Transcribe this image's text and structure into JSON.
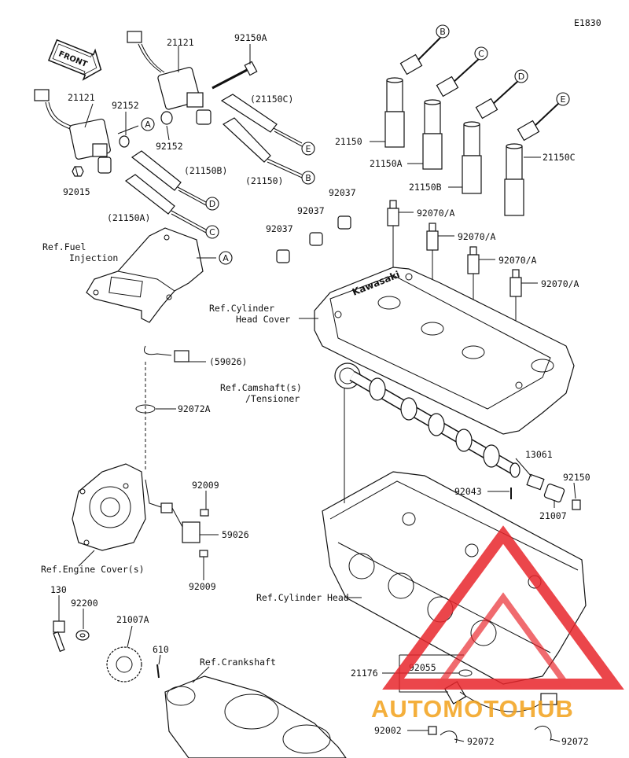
{
  "figure_id": "E1830",
  "front_badge": "FRONT",
  "labels": {
    "coil_upper": "21121",
    "bolt_upper": "92150A",
    "cap_21150C_paren": "(21150C)",
    "coil_lower": "21121",
    "clip_92152_a": "92152",
    "clip_92152_b": "92152",
    "cap_21150B_paren": "(21150B)",
    "cap_21150_paren": "(21150)",
    "nut_92015": "92015",
    "cap_21150A_paren": "(21150A)",
    "ref_fuel_1": "Ref.Fuel",
    "ref_fuel_2": "Injection",
    "cap_21150": "21150",
    "cap_21150A": "21150A",
    "cap_21150B": "21150B",
    "cap_21150C": "21150C",
    "clamp_92037_a": "92037",
    "clamp_92037_b": "92037",
    "clamp_92037_c": "92037",
    "plug_1": "92070/A",
    "plug_2": "92070/A",
    "plug_3": "92070/A",
    "plug_4": "92070/A",
    "ref_head_cover_1": "Ref.Cylinder",
    "ref_head_cover_2": "Head Cover",
    "sensor_59026_paren": "(59026)",
    "ref_camshaft_1": "Ref.Camshaft(s)",
    "ref_camshaft_2": "/Tensioner",
    "clip_92072A": "92072A",
    "bolt_92009_a": "92009",
    "sensor_59026": "59026",
    "bolt_92009_b": "92009",
    "ref_engine_cover": "Ref.Engine Cover(s)",
    "part_13061": "13061",
    "bolt_92150": "92150",
    "pin_92043": "92043",
    "part_21007": "21007",
    "ref_cyl_head": "Ref.Cylinder Head",
    "bolt_130": "130",
    "washer_92200": "92200",
    "rotor_21007A": "21007A",
    "pin_610": "610",
    "ref_crankshaft": "Ref.Crankshaft",
    "sensor_21176": "21176",
    "oring_92055": "92055",
    "bolt_92002": "92002",
    "clip_92072_a": "92072",
    "clip_92072_b": "92072"
  },
  "callouts": {
    "a1": "A",
    "a2": "A",
    "b1": "B",
    "b2": "B",
    "c1": "C",
    "c2": "C",
    "d1": "D",
    "d2": "D",
    "e1": "E",
    "e2": "E"
  },
  "cover_brand": "Kawasaki",
  "watermark": {
    "text": "AUTOMOTOHUB",
    "color_primary": "#e8262c",
    "color_secondary": "#f3a21b"
  }
}
